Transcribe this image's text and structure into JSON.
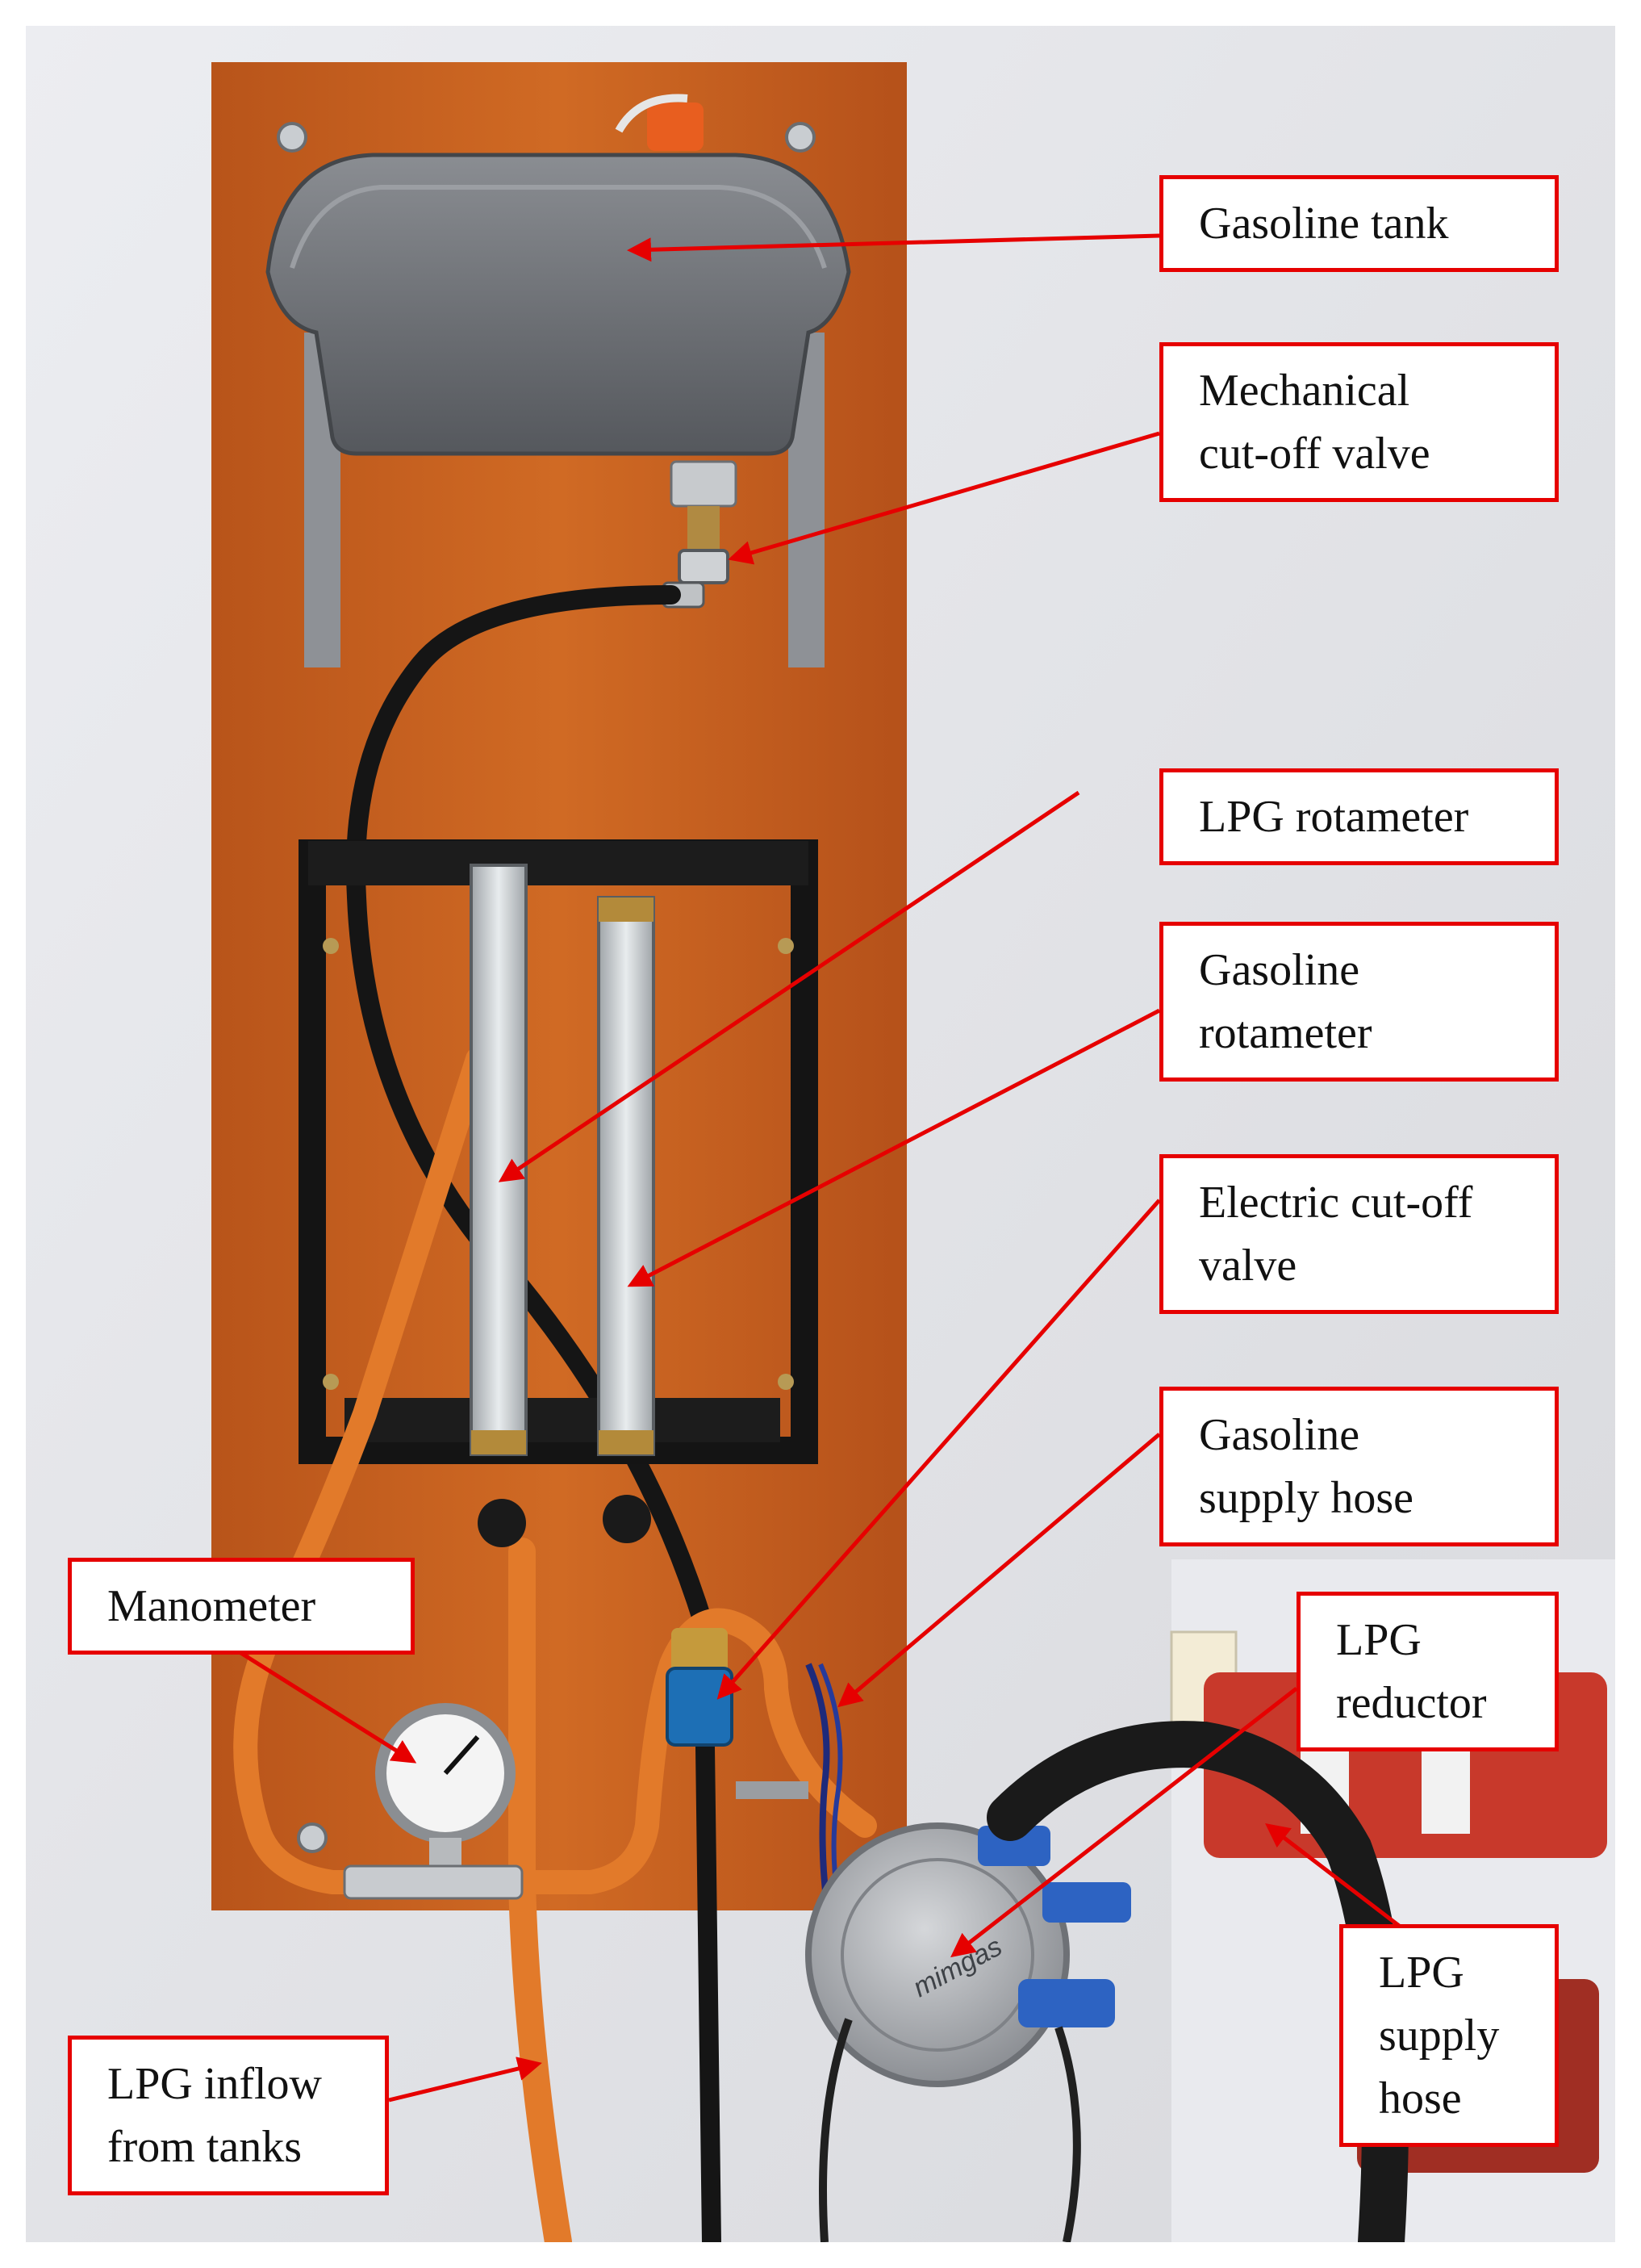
{
  "labels": {
    "gasoline_tank": "Gasoline tank",
    "mechanical_cutoff_valve": [
      "Mechanical",
      "cut-off valve"
    ],
    "lpg_rotameter": "LPG rotameter",
    "gasoline_rotameter": [
      "Gasoline",
      "rotameter"
    ],
    "electric_cutoff_valve": [
      "Electric cut-off",
      "valve"
    ],
    "gasoline_supply_hose": [
      "Gasoline",
      "supply hose"
    ],
    "manometer": "Manometer",
    "lpg_reductor": [
      "LPG",
      "reductor"
    ],
    "lpg_inflow": [
      "LPG inflow",
      "from tanks"
    ],
    "lpg_supply_hose": [
      "LPG",
      "supply",
      "hose"
    ]
  },
  "colors": {
    "callout_border": "#e60000",
    "arrow": "#e60000",
    "board": "#c8621f",
    "wall": "#e4e5e9"
  },
  "device_text": {
    "reducer_brand": "mimgas"
  }
}
